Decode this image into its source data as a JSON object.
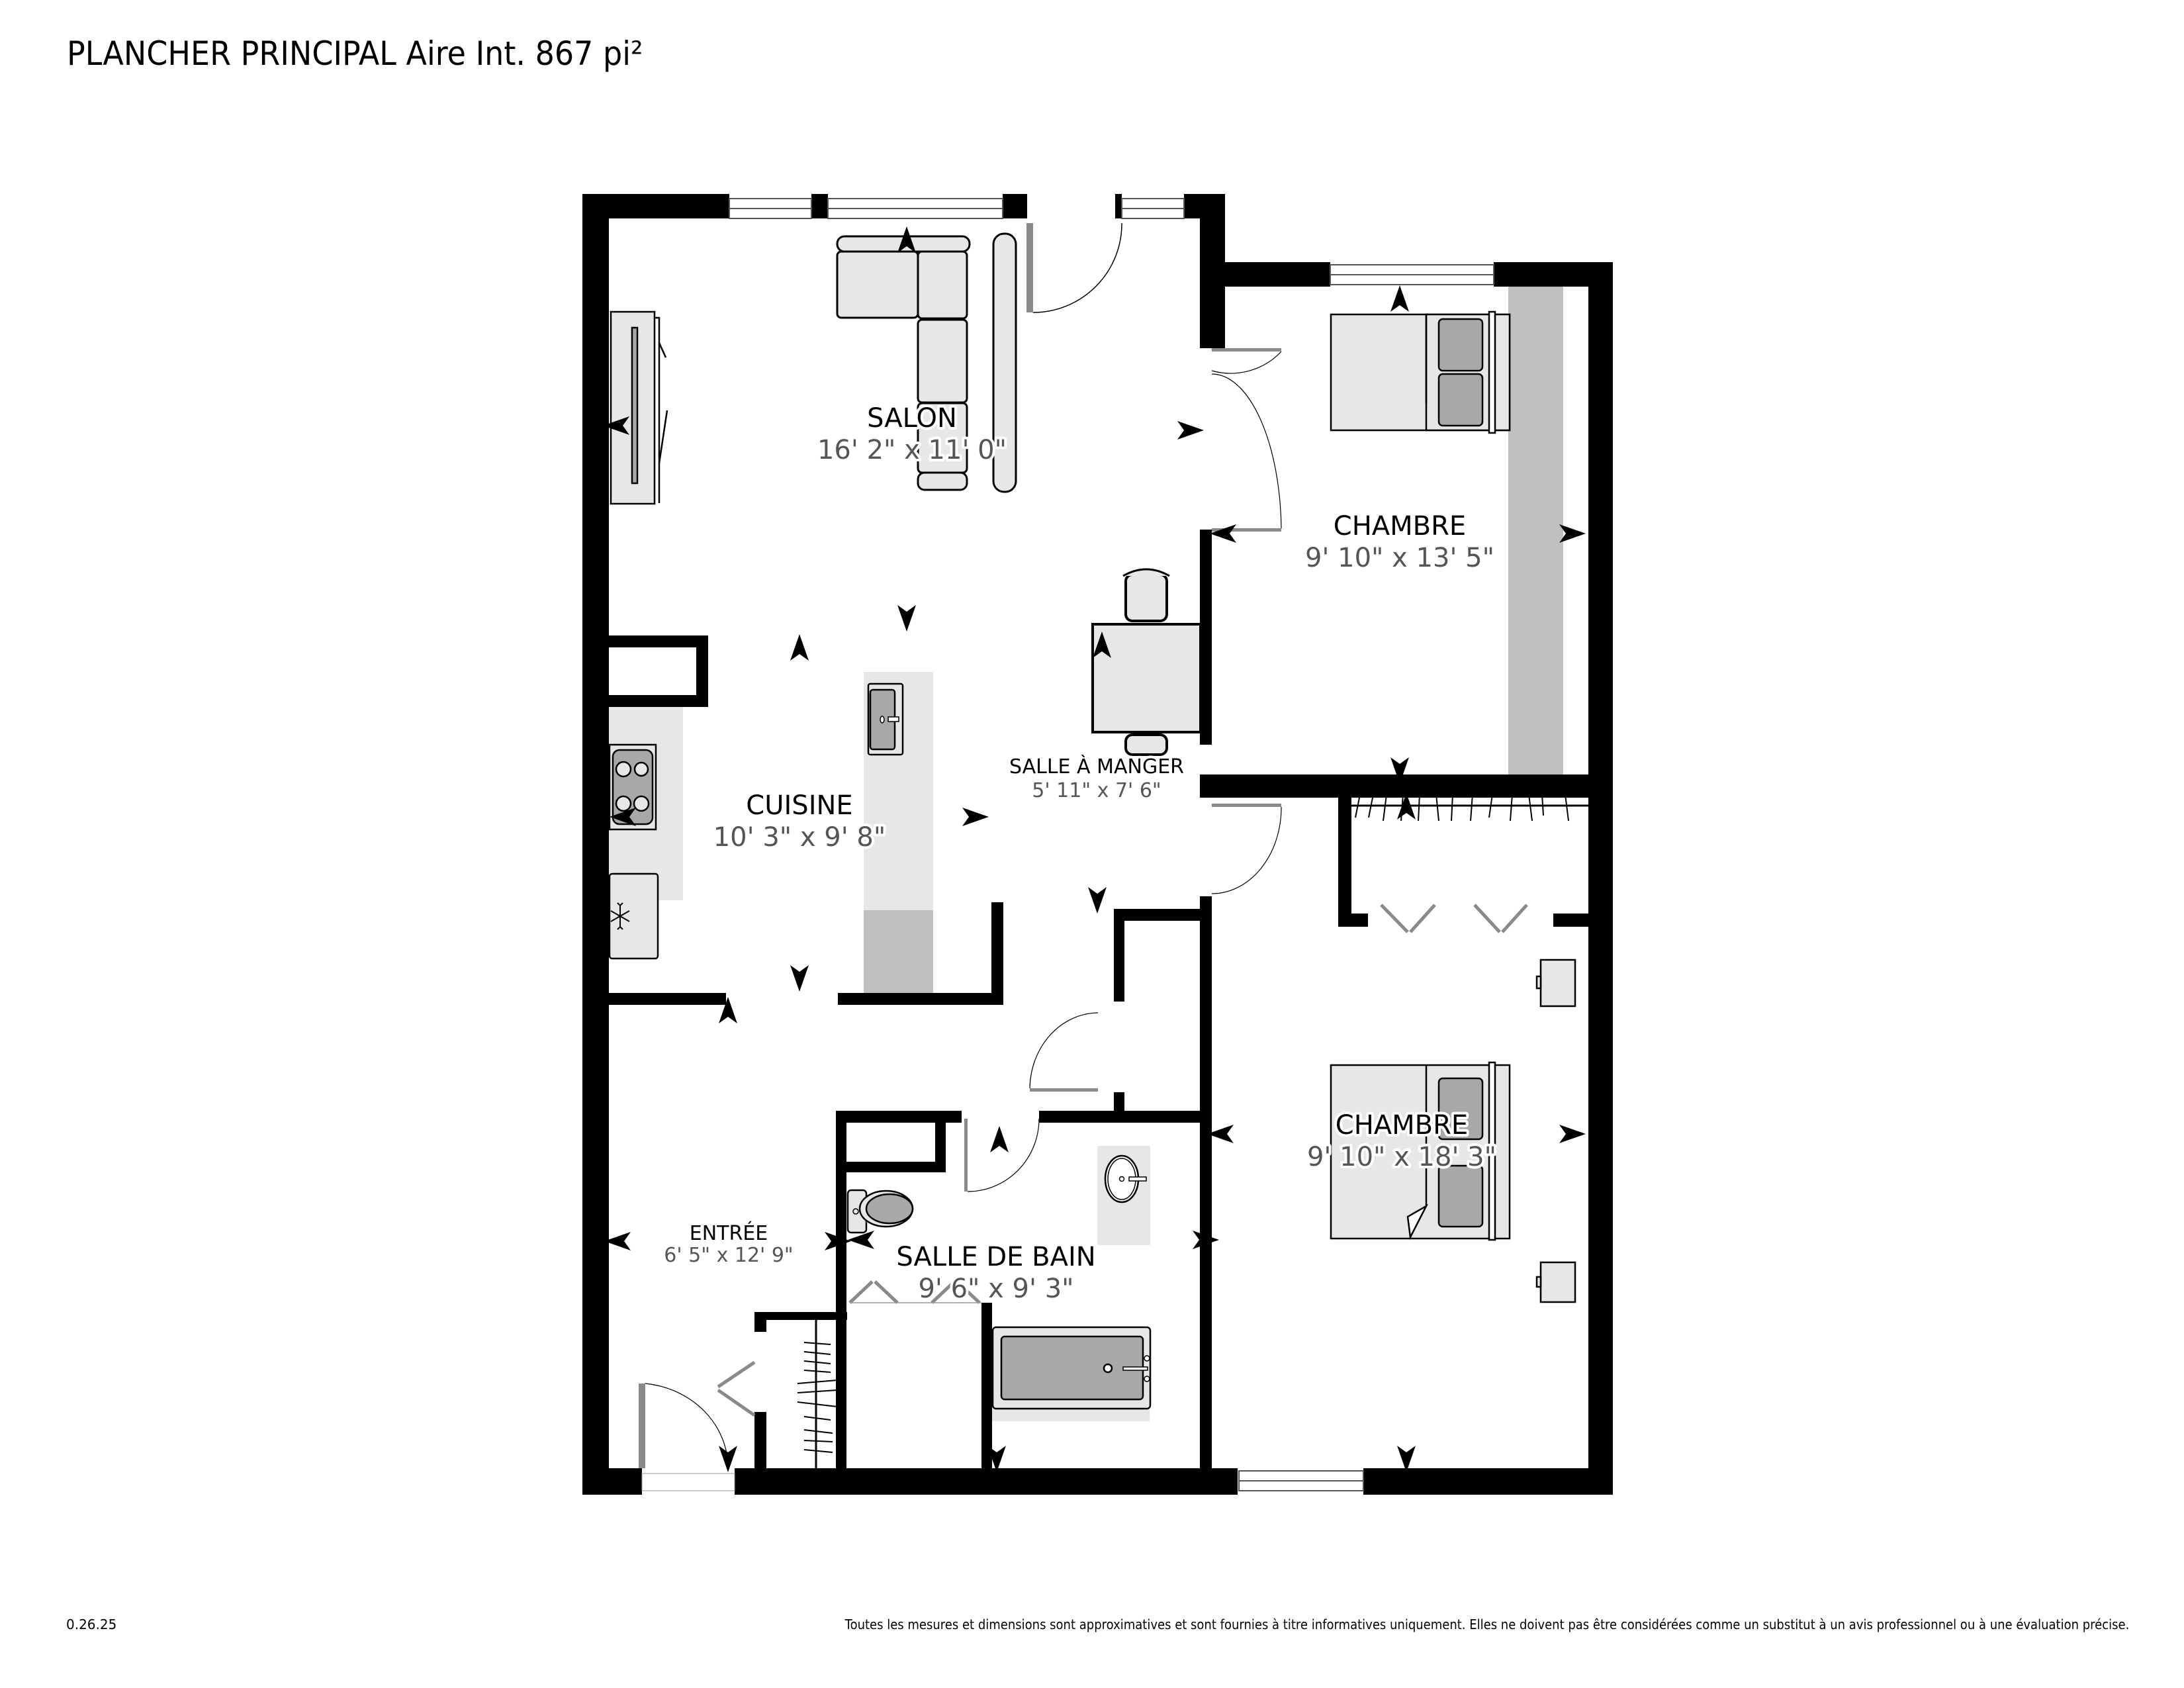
{
  "header": {
    "title": "PLANCHER PRINCIPAL Aire Int. 867 pi²",
    "floor_name": "PLANCHER PRINCIPAL",
    "area_label": "Aire Int.",
    "area_value": "867",
    "area_unit": "pi²"
  },
  "rooms": [
    {
      "id": "salon",
      "name": "SALON",
      "dimensions": "16' 2\" x 11' 0\""
    },
    {
      "id": "chambre-1",
      "name": "CHAMBRE",
      "dimensions": "9' 10\" x 13' 5\""
    },
    {
      "id": "cuisine",
      "name": "CUISINE",
      "dimensions": "10' 3\" x 9' 8\""
    },
    {
      "id": "salle-a-manger",
      "name": "SALLE À MANGER",
      "dimensions": "5' 11\" x 7' 6\""
    },
    {
      "id": "chambre-2",
      "name": "CHAMBRE",
      "dimensions": "9' 10\" x 18' 3\""
    },
    {
      "id": "entree",
      "name": "ENTRÉE",
      "dimensions": "6' 5\" x 12' 9\""
    },
    {
      "id": "salle-de-bain",
      "name": "SALLE DE BAIN",
      "dimensions": "9' 6\" x 9' 3\""
    }
  ],
  "footer": {
    "version": "0.26.25",
    "disclaimer": "Toutes les mesures et dimensions sont approximatives et sont fournies à titre informatives uniquement. Elles ne doivent pas être considérées comme un substitut à un avis professionnel ou à une évaluation précise."
  },
  "colors": {
    "wall": "#000000",
    "furniture_light": "#e6e7e7",
    "furniture_dark": "#a7a8aa",
    "counter_dark": "#c0c0c0",
    "door_leaf": "#8a8a8a",
    "dimension_text": "#555555"
  }
}
